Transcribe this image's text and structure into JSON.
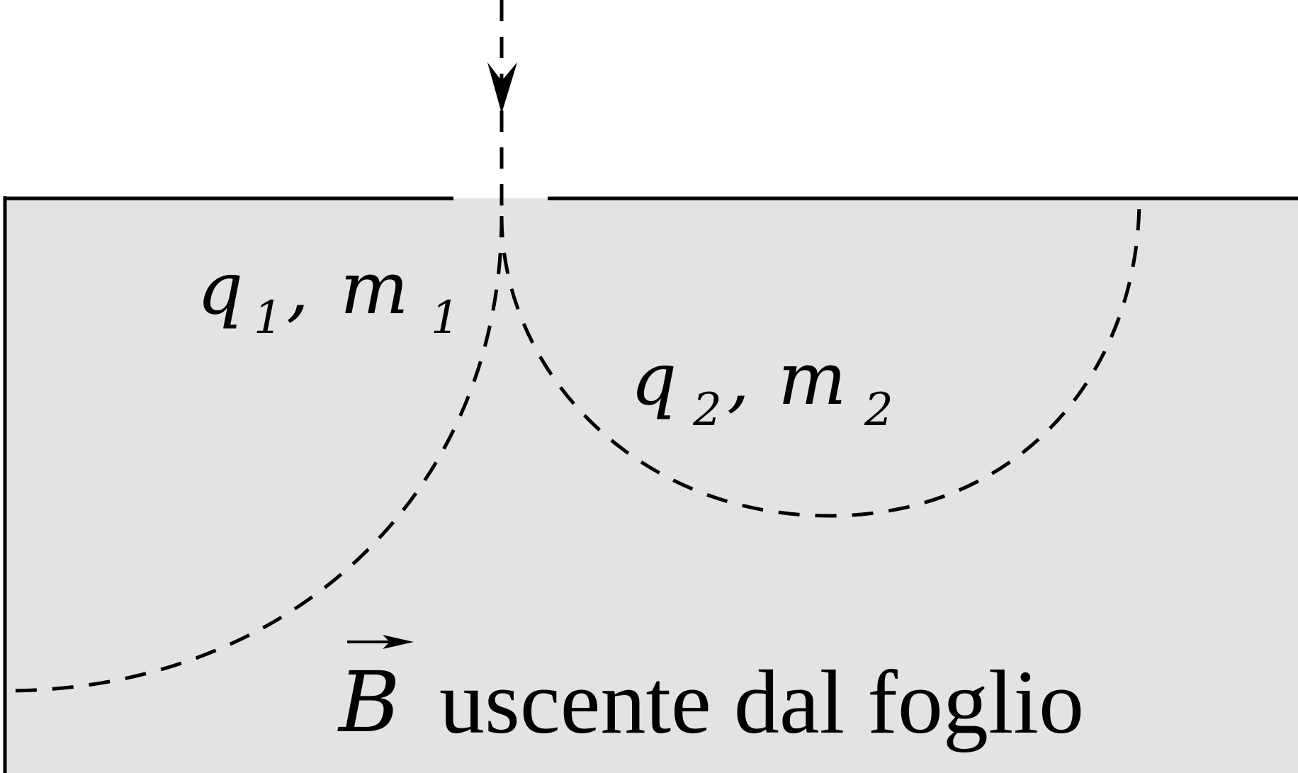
{
  "field_region_color": "#e3e3e3",
  "line_color": "#000000",
  "label_q1": "q",
  "label_q1_sub": "1",
  "label_m1": "m",
  "label_m1_sub": "1",
  "label_q2": "q",
  "label_q2_sub": "2",
  "label_m2": "m",
  "label_m2_sub": "2",
  "label_separator": ",",
  "field_symbol": "B",
  "caption": "uscente dal foglio"
}
